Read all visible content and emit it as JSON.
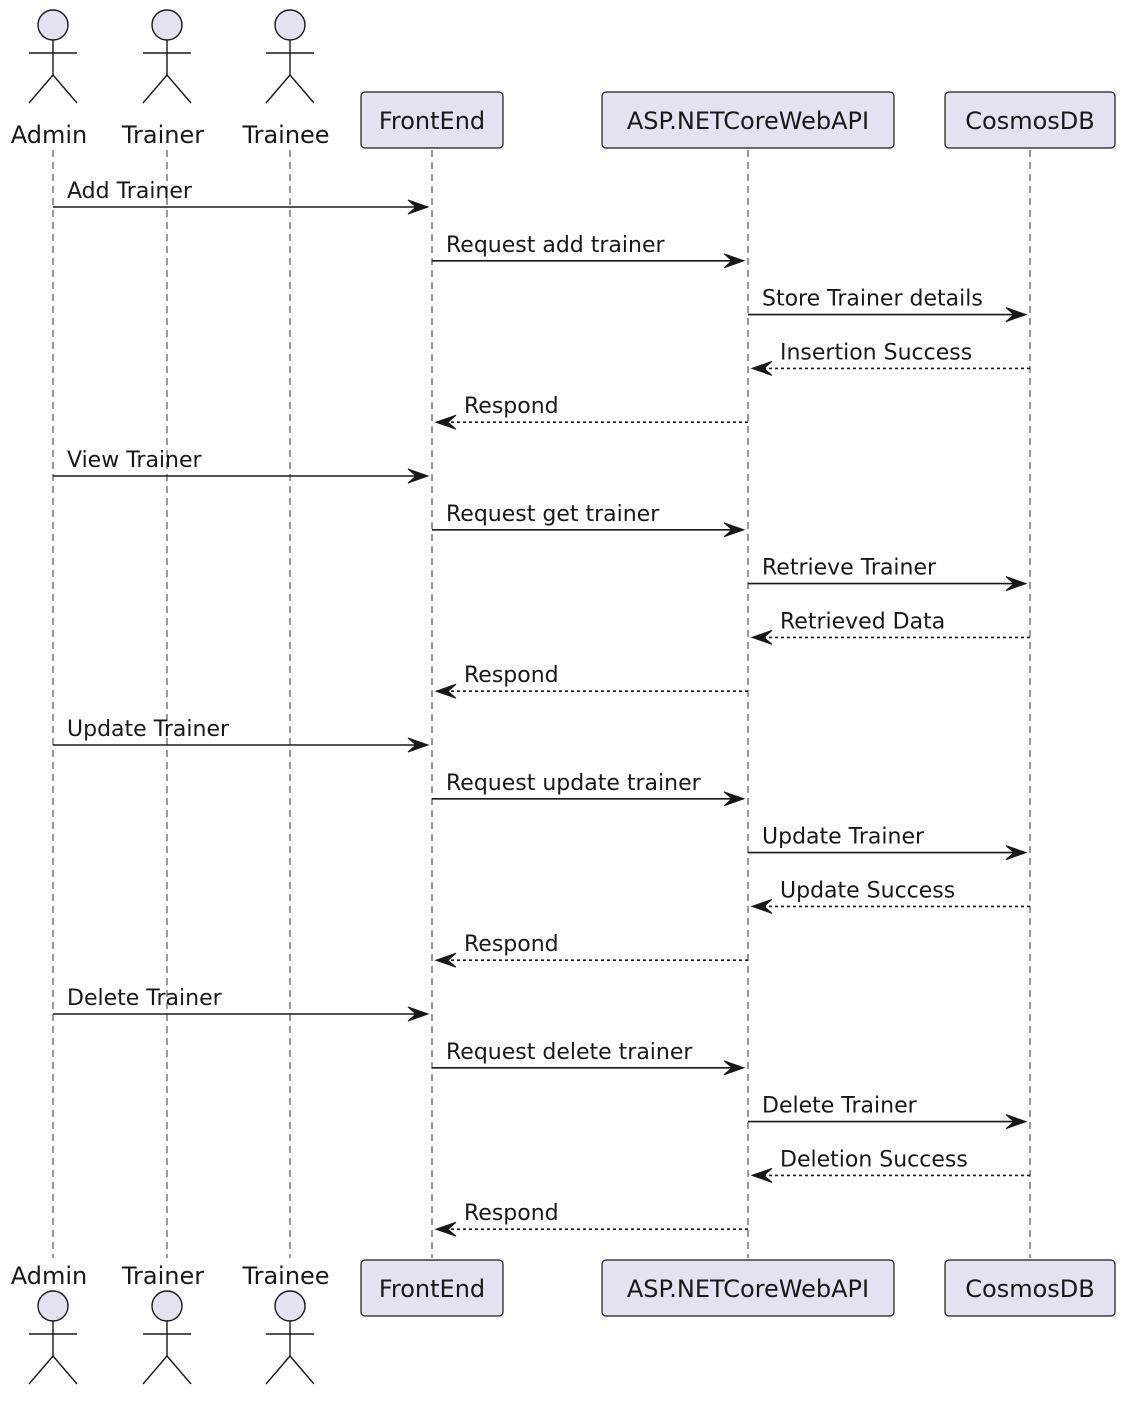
{
  "diagram": {
    "type": "sequence",
    "participants": [
      {
        "id": "admin",
        "label": "Admin",
        "kind": "actor"
      },
      {
        "id": "trainer",
        "label": "Trainer",
        "kind": "actor"
      },
      {
        "id": "trainee",
        "label": "Trainee",
        "kind": "actor"
      },
      {
        "id": "frontend",
        "label": "FrontEnd",
        "kind": "participant"
      },
      {
        "id": "api",
        "label": "ASP.NETCoreWebAPI",
        "kind": "participant"
      },
      {
        "id": "cosmos",
        "label": "CosmosDB",
        "kind": "participant"
      }
    ],
    "messages": [
      {
        "from": "admin",
        "to": "frontend",
        "label": "Add Trainer",
        "style": "solid"
      },
      {
        "from": "frontend",
        "to": "api",
        "label": "Request add trainer",
        "style": "solid"
      },
      {
        "from": "api",
        "to": "cosmos",
        "label": "Store Trainer details",
        "style": "solid"
      },
      {
        "from": "cosmos",
        "to": "api",
        "label": "Insertion Success",
        "style": "dashed"
      },
      {
        "from": "api",
        "to": "frontend",
        "label": "Respond",
        "style": "dashed"
      },
      {
        "from": "admin",
        "to": "frontend",
        "label": "View Trainer",
        "style": "solid"
      },
      {
        "from": "frontend",
        "to": "api",
        "label": "Request get trainer",
        "style": "solid"
      },
      {
        "from": "api",
        "to": "cosmos",
        "label": "Retrieve Trainer",
        "style": "solid"
      },
      {
        "from": "cosmos",
        "to": "api",
        "label": "Retrieved Data",
        "style": "dashed"
      },
      {
        "from": "api",
        "to": "frontend",
        "label": "Respond",
        "style": "dashed"
      },
      {
        "from": "admin",
        "to": "frontend",
        "label": "Update Trainer",
        "style": "solid"
      },
      {
        "from": "frontend",
        "to": "api",
        "label": "Request update trainer",
        "style": "solid"
      },
      {
        "from": "api",
        "to": "cosmos",
        "label": "Update Trainer",
        "style": "solid"
      },
      {
        "from": "cosmos",
        "to": "api",
        "label": "Update Success",
        "style": "dashed"
      },
      {
        "from": "api",
        "to": "frontend",
        "label": "Respond",
        "style": "dashed"
      },
      {
        "from": "admin",
        "to": "frontend",
        "label": "Delete Trainer",
        "style": "solid"
      },
      {
        "from": "frontend",
        "to": "api",
        "label": "Request delete trainer",
        "style": "solid"
      },
      {
        "from": "api",
        "to": "cosmos",
        "label": "Delete Trainer",
        "style": "solid"
      },
      {
        "from": "cosmos",
        "to": "api",
        "label": "Deletion Success",
        "style": "dashed"
      },
      {
        "from": "api",
        "to": "frontend",
        "label": "Respond",
        "style": "dashed"
      }
    ]
  },
  "colors": {
    "participant_fill": "#e2e2f0",
    "line": "#181818"
  }
}
